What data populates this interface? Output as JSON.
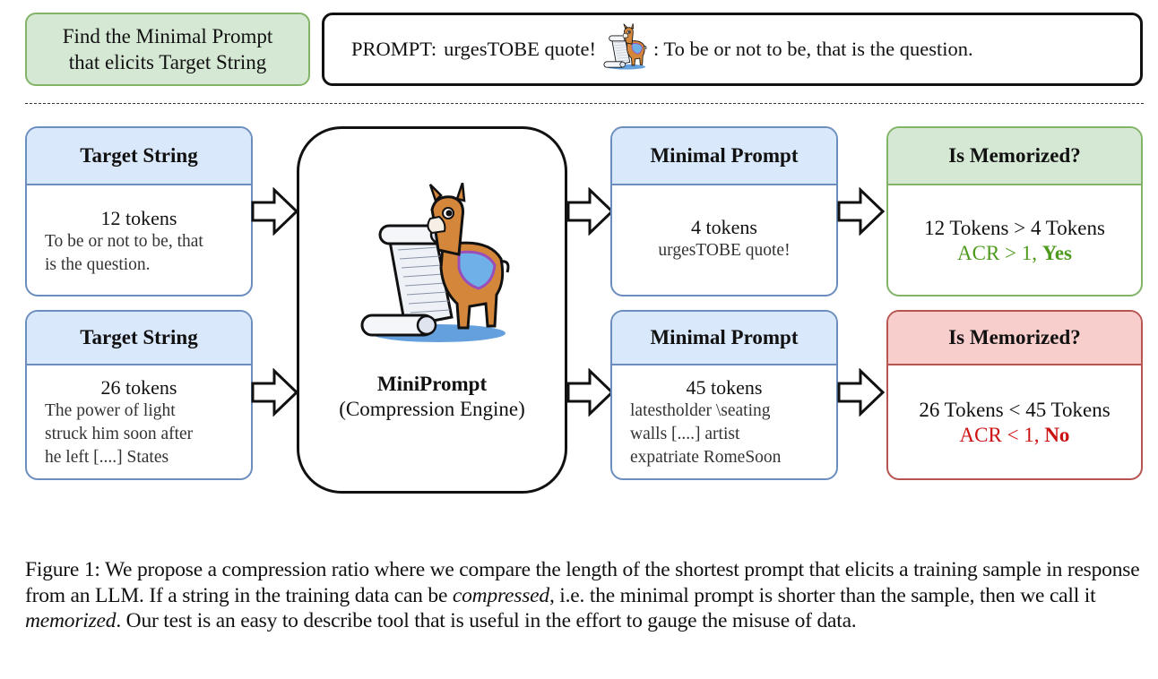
{
  "header": {
    "task_line1": "Find the Minimal Prompt",
    "task_line2": "that elicits Target String",
    "prompt_label": "PROMPT:",
    "prompt_text": "urgesTOBE quote!",
    "prompt_response": ": To be or not to be, that is the question.",
    "prompt_icon": "llama-scroll-icon"
  },
  "engine": {
    "title": "MiniPrompt",
    "subtitle": "(Compression Engine)",
    "icon": "llama-scroll-icon"
  },
  "examples": [
    {
      "target": {
        "title": "Target String",
        "tokens_label": "12 tokens",
        "tokens": 12,
        "text_lines": [
          "To be or not to be, that",
          "is the question."
        ]
      },
      "minimal": {
        "title": "Minimal Prompt",
        "tokens_label": "4 tokens",
        "tokens": 4,
        "text_lines": [
          "urgesTOBE quote!"
        ]
      },
      "verdict": {
        "title": "Is Memorized?",
        "comparison": "12 Tokens > 4 Tokens",
        "acr_label": "ACR > 1,",
        "answer": "Yes",
        "status_color": "#4e9a1e"
      }
    },
    {
      "target": {
        "title": "Target String",
        "tokens_label": "26 tokens",
        "tokens": 26,
        "text_lines": [
          "The power of light",
          "struck him soon after",
          "he left [....] States"
        ]
      },
      "minimal": {
        "title": "Minimal Prompt",
        "tokens_label": "45 tokens",
        "tokens": 45,
        "text_lines": [
          "latestholder \\seating",
          "walls [....] artist",
          "expatriate RomeSoon"
        ]
      },
      "verdict": {
        "title": "Is Memorized?",
        "comparison": "26 Tokens < 45 Tokens",
        "acr_label": "ACR < 1,",
        "answer": "No",
        "status_color": "#cc1111"
      }
    }
  ],
  "colors": {
    "blue_header": "#dae8fc",
    "blue_border": "#6c8ebf",
    "green_header": "#d5e8d4",
    "green_border": "#82b366",
    "red_header": "#f8cecc",
    "red_border": "#b85450"
  },
  "caption": {
    "p1": "Figure 1: We propose a compression ratio where we compare the length of the shortest prompt that elicits a training sample in response from an LLM. If a string in the training data can be ",
    "em1": "compressed",
    "p2": ", i.e. the minimal prompt is shorter than the sample, then we call it ",
    "em2": "memorized",
    "p3": ". Our test is an easy to describe tool that is useful in the effort to gauge the misuse of data."
  }
}
